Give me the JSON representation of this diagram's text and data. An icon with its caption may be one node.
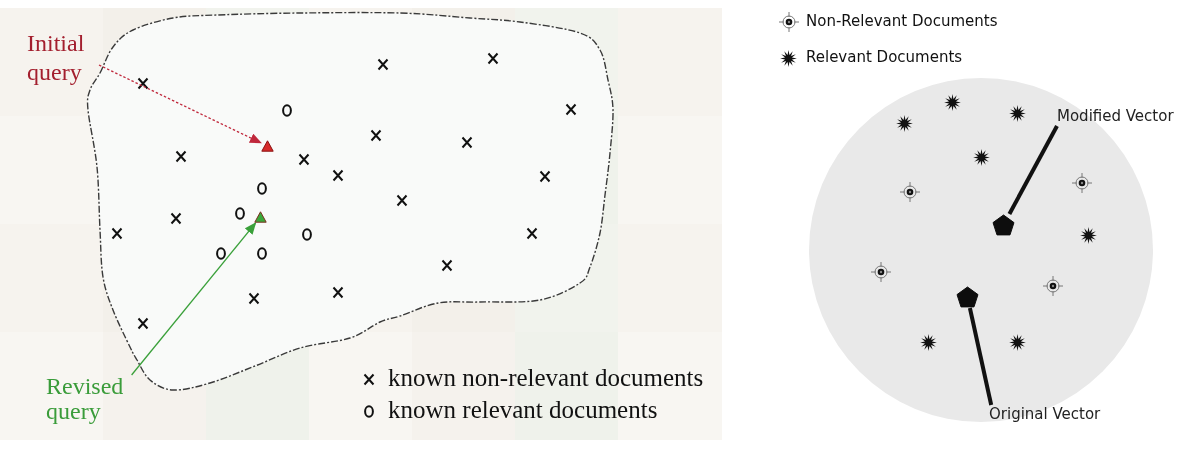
{
  "diagram": {
    "nodes": [
      {
        "text": [
          "Initial query"
        ]
      },
      {
        "text": [],
        "shape": "triangle"
      },
      {
        "text": [
          "Revised query"
        ]
      },
      {
        "text": [],
        "shape": "triangle"
      },
      {
        "text": [
          "Modified Vector"
        ]
      },
      {
        "text": [],
        "shape": "pentagon"
      },
      {
        "text": [
          "Original Vector"
        ]
      },
      {
        "text": [],
        "shape": "pentagon"
      }
    ],
    "edges": [
      {
        "from": 0,
        "to": 1,
        "arrow": "to",
        "style": "dashed",
        "color": "#c0283c"
      },
      {
        "from": 2,
        "to": 3,
        "arrow": "to",
        "color": "#3aa03a"
      },
      {
        "from": 4,
        "to": 5,
        "arrow": "none",
        "style": "thick"
      },
      {
        "from": 6,
        "to": 7,
        "arrow": "none",
        "style": "thick"
      }
    ],
    "legend": [
      {
        "text": "known non-relevant documents"
      },
      {
        "text": "known relevant documents"
      },
      {
        "text": "Non-Relevant Documents"
      },
      {
        "text": "Relevant Documents"
      }
    ]
  }
}
